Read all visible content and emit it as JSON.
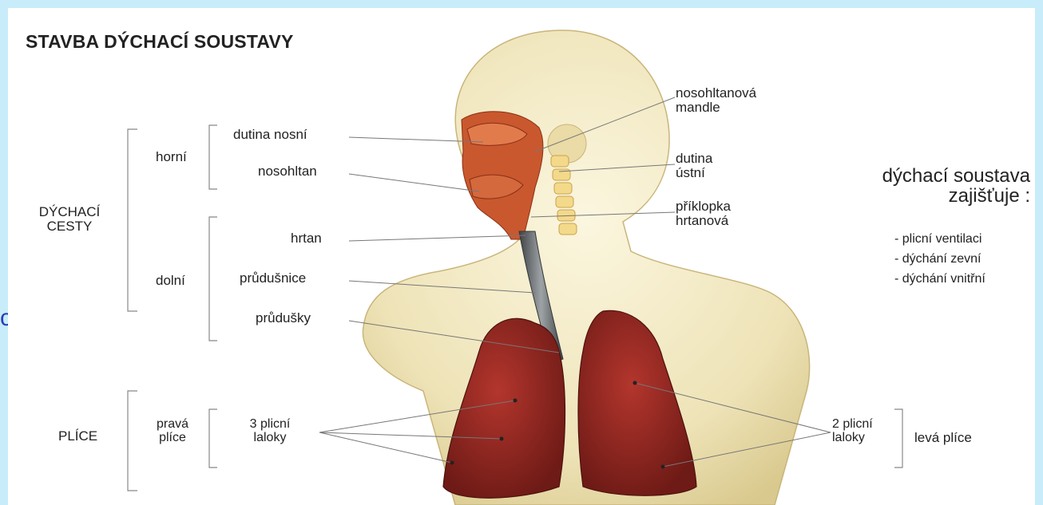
{
  "title": "STAVBA DÝCHACÍ SOUSTAVY",
  "cut_letter": "c",
  "groups": {
    "airways_1": "DÝCHACÍ",
    "airways_2": "CESTY",
    "upper": "horní",
    "lower": "dolní",
    "lungs": "PLÍCE",
    "right_lung_1": "pravá",
    "right_lung_2": "plíce",
    "left_lung": "levá plíce"
  },
  "labels": {
    "nasal_cavity": "dutina nosní",
    "nasopharynx": "nosohltan",
    "larynx": "hrtan",
    "trachea": "průdušnice",
    "bronchi": "průdušky",
    "right_lobes_1": "3 plicní",
    "right_lobes_2": "laloky",
    "adenoid_1": "nosohltanová",
    "adenoid_2": "mandle",
    "oral_cavity_1": "dutina",
    "oral_cavity_2": "ústní",
    "epiglottis_1": "příklopka",
    "epiglottis_2": "hrtanová",
    "left_lobes_1": "2 plicní",
    "left_lobes_2": "laloky"
  },
  "functions": {
    "heading_1": "dýchací soustava",
    "heading_2": "zajišťuje :",
    "items": [
      "- plicní ventilaci",
      "- dýchání zevní",
      "- dýchání vnitřní"
    ]
  },
  "colors": {
    "body_fill": "#f2e9c6",
    "lung_fill": "#9b2a24",
    "head_fill": "#c9582e",
    "trachea": "#5a5e63",
    "background": "#c8ecfa"
  }
}
